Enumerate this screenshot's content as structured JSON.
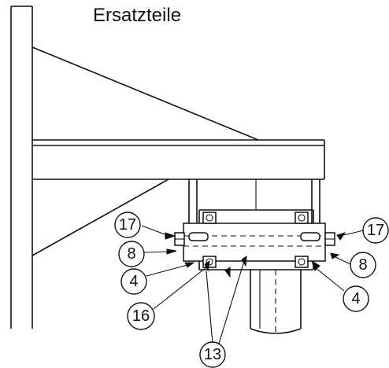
{
  "title": "Ersatzteile",
  "callouts": {
    "c17_left": "17",
    "c8_left": "8",
    "c4_left": "4",
    "c16": "16",
    "c13": "13",
    "c17_right": "17",
    "c8_right": "8",
    "c4_right": "4"
  }
}
